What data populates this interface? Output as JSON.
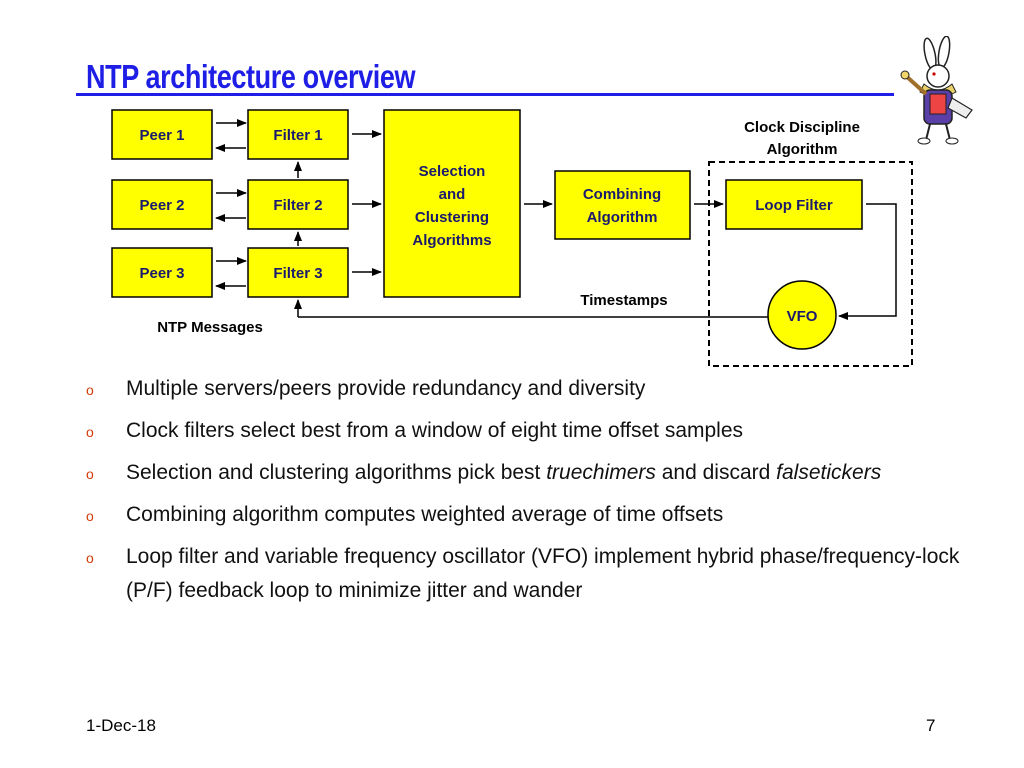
{
  "slide": {
    "title": "NTP architecture overview",
    "date": "1-Dec-18",
    "page_number": "7"
  },
  "diagram": {
    "peers": [
      "Peer 1",
      "Peer 2",
      "Peer 3"
    ],
    "filters": [
      "Filter 1",
      "Filter 2",
      "Filter 3"
    ],
    "selection": [
      "Selection",
      "and",
      "Clustering",
      "Algorithms"
    ],
    "combining": [
      "Combining",
      "Algorithm"
    ],
    "loop_filter": "Loop Filter",
    "vfo": "VFO",
    "clock_discipline": [
      "Clock Discipline",
      "Algorithm"
    ],
    "timestamps_label": "Timestamps",
    "ntp_messages_label": "NTP Messages",
    "colors": {
      "box_fill": "#ffff00",
      "box_text": "#1a1a6e",
      "title": "#1e1ee6",
      "bullet_mark": "#d43a0a"
    }
  },
  "bullets": [
    {
      "marker": "o",
      "text": "Multiple servers/peers provide redundancy and diversity"
    },
    {
      "marker": "o",
      "text": "Clock filters select best from a window of eight time offset samples"
    },
    {
      "marker": "o",
      "text_before": "Selection and clustering algorithms pick best ",
      "italic1": "truechimers",
      "text_middle": " and discard ",
      "italic2": "falsetickers"
    },
    {
      "marker": "o",
      "text": "Combining algorithm computes weighted average of time offsets"
    },
    {
      "marker": "o",
      "text": "Loop filter and variable frequency oscillator (VFO) implement hybrid phase/frequency-lock (P/F) feedback loop to minimize jitter and wander"
    }
  ],
  "mascot_icon": "white-rabbit-illustration"
}
